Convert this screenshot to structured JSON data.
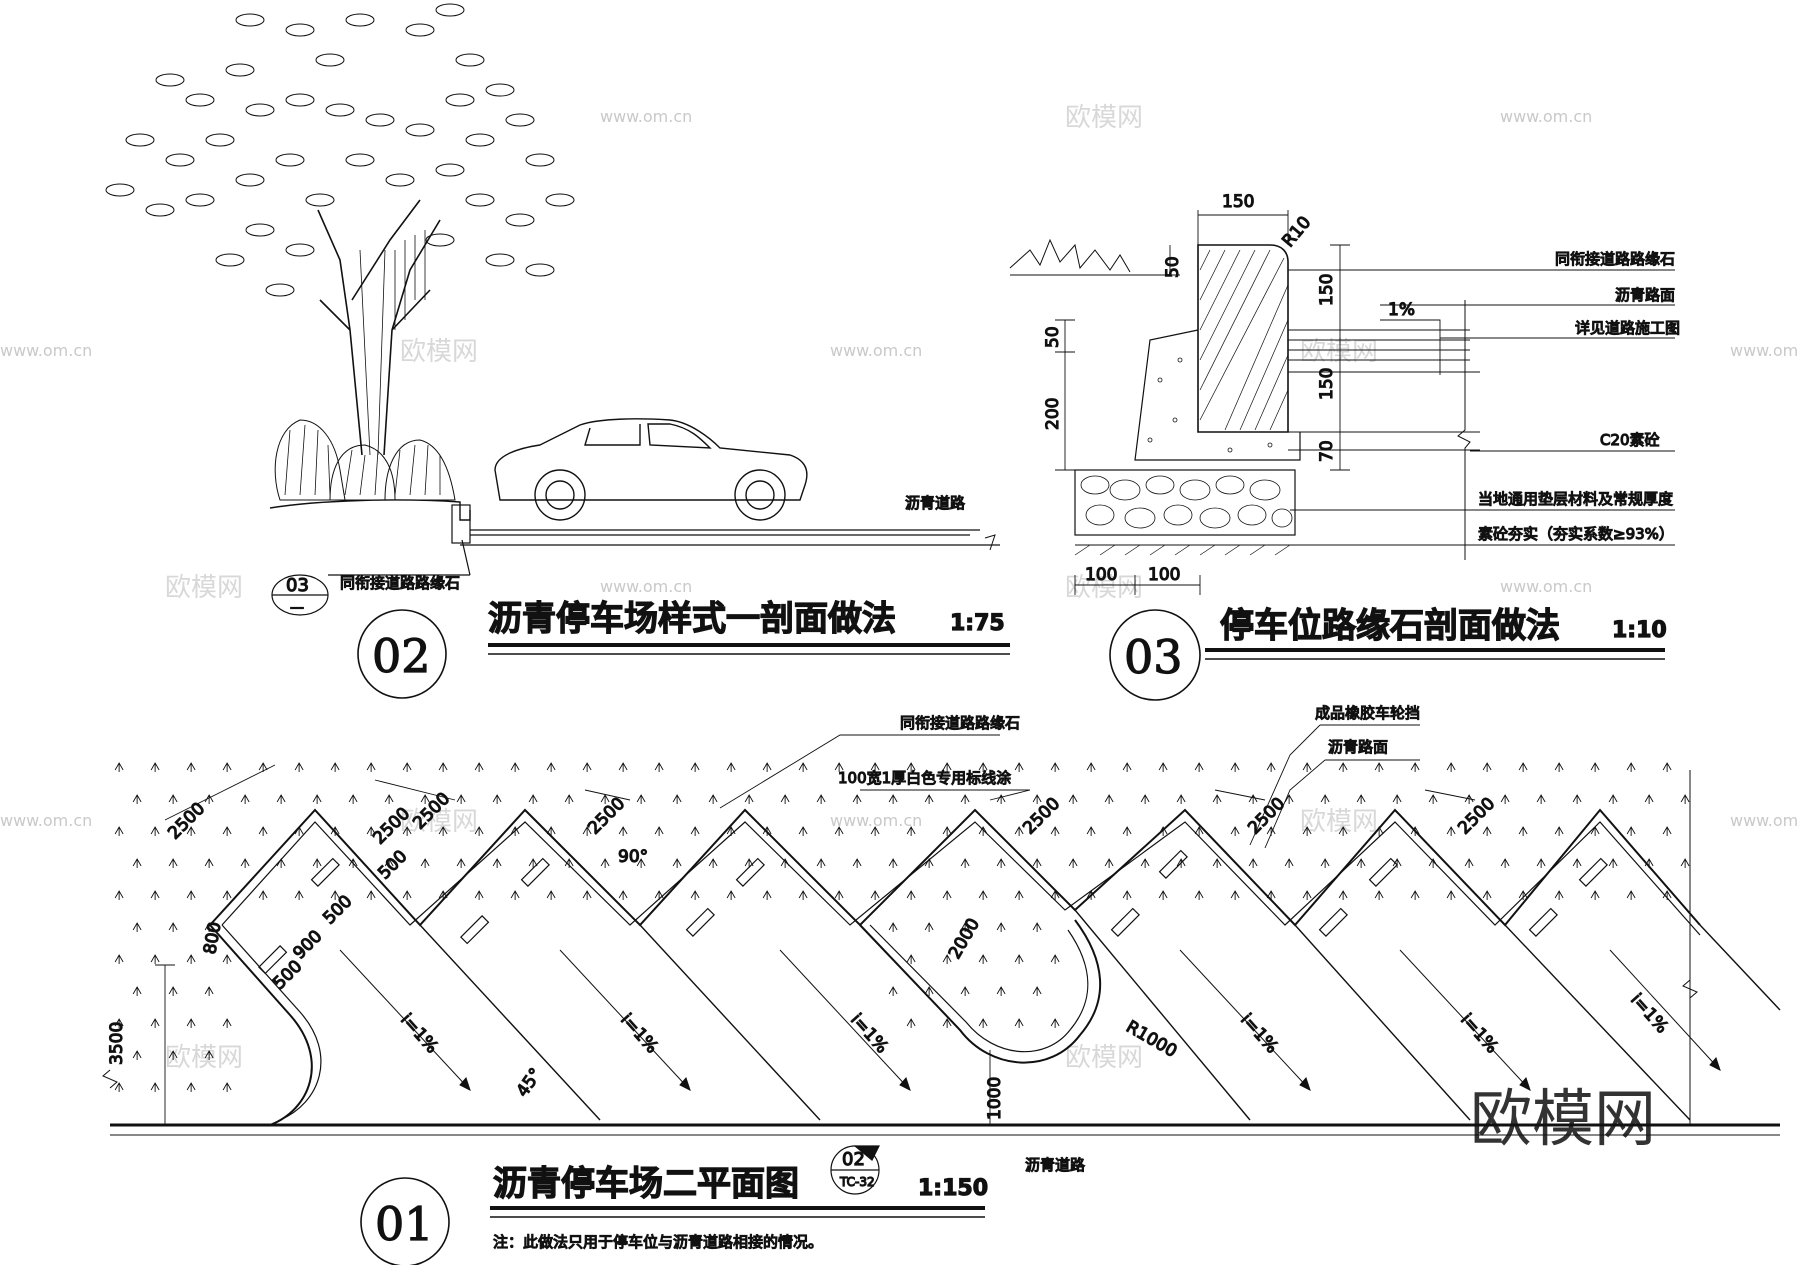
{
  "watermark": {
    "url": "www.om.cn",
    "brand": "欧模网",
    "logo_text": "欧模网"
  },
  "section_02": {
    "bubble": "02",
    "title": "沥青停车场样式一剖面做法",
    "scale": "1:75",
    "road_label": "沥青道路",
    "curb_label": "同衔接道路路缘石",
    "ref_top": "03",
    "ref_bottom": "—"
  },
  "section_03": {
    "bubble": "03",
    "title": "停车位路缘石剖面做法",
    "scale": "1:10",
    "dims": {
      "top": "150",
      "r": "R10",
      "d50a": "50",
      "d150a": "150",
      "d150b": "150",
      "d70": "70",
      "d50b": "50",
      "d200": "200",
      "d100a": "100",
      "d100b": "100",
      "slope": "1%"
    },
    "notes": [
      "同衔接道路路缘石",
      "沥青路面",
      "详见道路施工图",
      "C20素砼",
      "当地通用垫层材料及常规厚度",
      "素砼夯实（夯实系数≥93%）"
    ]
  },
  "section_01": {
    "bubble": "01",
    "title": "沥青停车场二平面图",
    "scale": "1:150",
    "ref_top": "02",
    "ref_bottom": "TC-32",
    "road_label": "沥青道路",
    "note": "注：此做法只用于停车位与沥青道路相接的情况。",
    "callouts": [
      "同衔接道路路缘石",
      "100宽1厚白色专用标线涂",
      "成品橡胶车轮挡",
      "沥青路面"
    ],
    "dims": {
      "d2500": "2500",
      "d500": "500",
      "d900": "900",
      "d800": "800",
      "d3500": "3500",
      "d2000": "2000",
      "d1000": "1000",
      "r1000": "R1000",
      "a45": "45°",
      "a90": "90°",
      "slope": "i=1%"
    }
  }
}
